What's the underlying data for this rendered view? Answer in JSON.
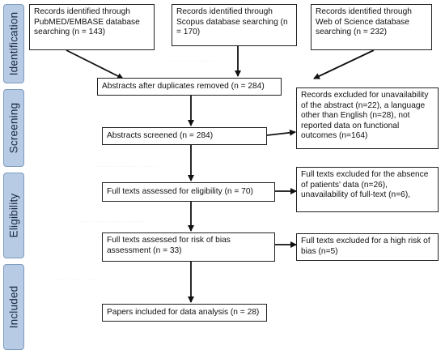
{
  "phases": [
    {
      "id": "identification",
      "label": "Identification"
    },
    {
      "id": "screening",
      "label": "Screening"
    },
    {
      "id": "eligibility",
      "label": "Eligibility"
    },
    {
      "id": "included",
      "label": "Included"
    }
  ],
  "boxes": {
    "pubmed": "Records identified through PubMED/EMBASE database searching (n = 143)",
    "scopus": "Records identified through Scopus database searching (n = 170)",
    "wos": "Records identified through Web of Science database searching (n = 232)",
    "duplicates_removed": "Abstracts after duplicates removed (n = 284)",
    "excluded_abstract": "Records excluded for unavailability of the abstract (n=22), a language other than English (n=28), not reported data on functional outcomes (n=164)",
    "abstracts_screened": "Abstracts screened (n = 284)",
    "full_texts_eligibility": "Full texts assessed for eligibility (n = 70)",
    "excluded_fulltext": "Full texts excluded for the absence of patients' data (n=26), unavailability of full-text (n=6),",
    "full_texts_bias": "Full texts assessed for risk of bias assessment (n = 33)",
    "excluded_bias": "Full texts excluded for a high risk of bias (n=5)",
    "included_papers": "Papers included for data analysis (n = 28)"
  }
}
